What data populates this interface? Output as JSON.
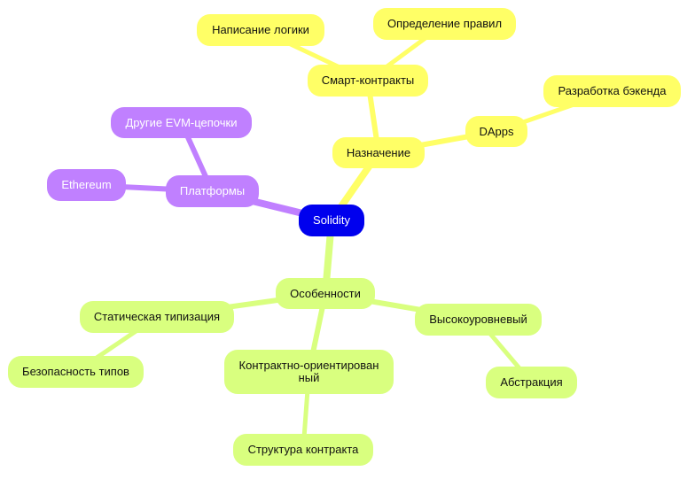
{
  "colors": {
    "root_fill": "#0000ee",
    "root_text": "#ffffff",
    "yellow_branch": "#ffff66",
    "yellow_edge": "#ffff66",
    "purple_branch": "#c080ff",
    "purple_text": "#ffffff",
    "green_branch": "#d9ff7f"
  },
  "mindmap": {
    "root": "Solidity",
    "nodes": {
      "purpose": "Назначение",
      "smart_contracts": "Смарт-контракты",
      "writing_logic": "Написание логики",
      "defining_rules": "Определение правил",
      "dapps": "DApps",
      "backend_dev": "Разработка бэкенда",
      "platforms": "Платформы",
      "other_evm": "Другие EVM-цепочки",
      "ethereum": "Ethereum",
      "features": "Особенности",
      "static_typing": "Статическая типизация",
      "type_safety": "Безопасность типов",
      "contract_oriented": "Контрактно-ориентирован ный",
      "contract_structure": "Структура контракта",
      "high_level": "Высокоуровневый",
      "abstraction": "Абстракция"
    }
  }
}
